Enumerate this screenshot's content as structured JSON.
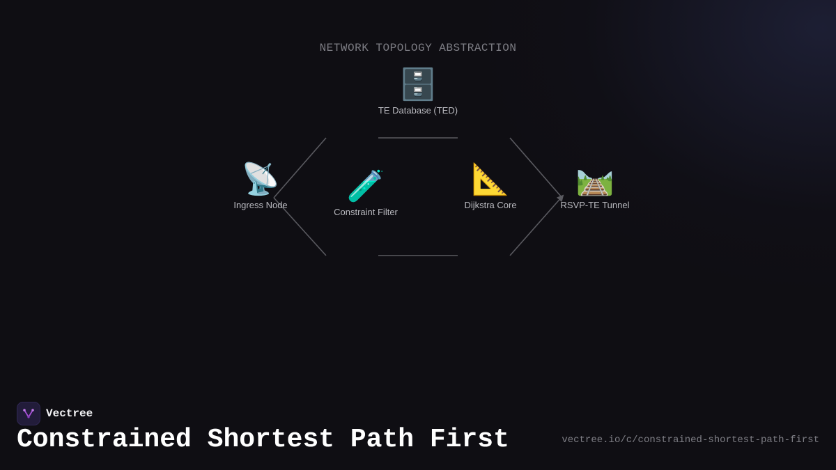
{
  "diagram": {
    "title": "NETWORK TOPOLOGY ABSTRACTION",
    "nodes": [
      {
        "id": "ted",
        "emoji": "🗄️",
        "label": "TE Database (TED)"
      },
      {
        "id": "ingress",
        "emoji": "📡",
        "label": "Ingress Node"
      },
      {
        "id": "filter",
        "emoji": "🧪",
        "label": "Constraint Filter"
      },
      {
        "id": "dijkstra",
        "emoji": "📐",
        "label": "Dijkstra Core"
      },
      {
        "id": "tunnel",
        "emoji": "🛤️",
        "label": "RSVP-TE Tunnel"
      }
    ],
    "edge_color": "#5a5a60"
  },
  "brand": {
    "name": "Vectree",
    "logo_icon": "vectree-logo-icon",
    "accent": "#a64fd6"
  },
  "footer": {
    "title": "Constrained Shortest Path First",
    "url": "vectree.io/c/constrained-shortest-path-first"
  }
}
